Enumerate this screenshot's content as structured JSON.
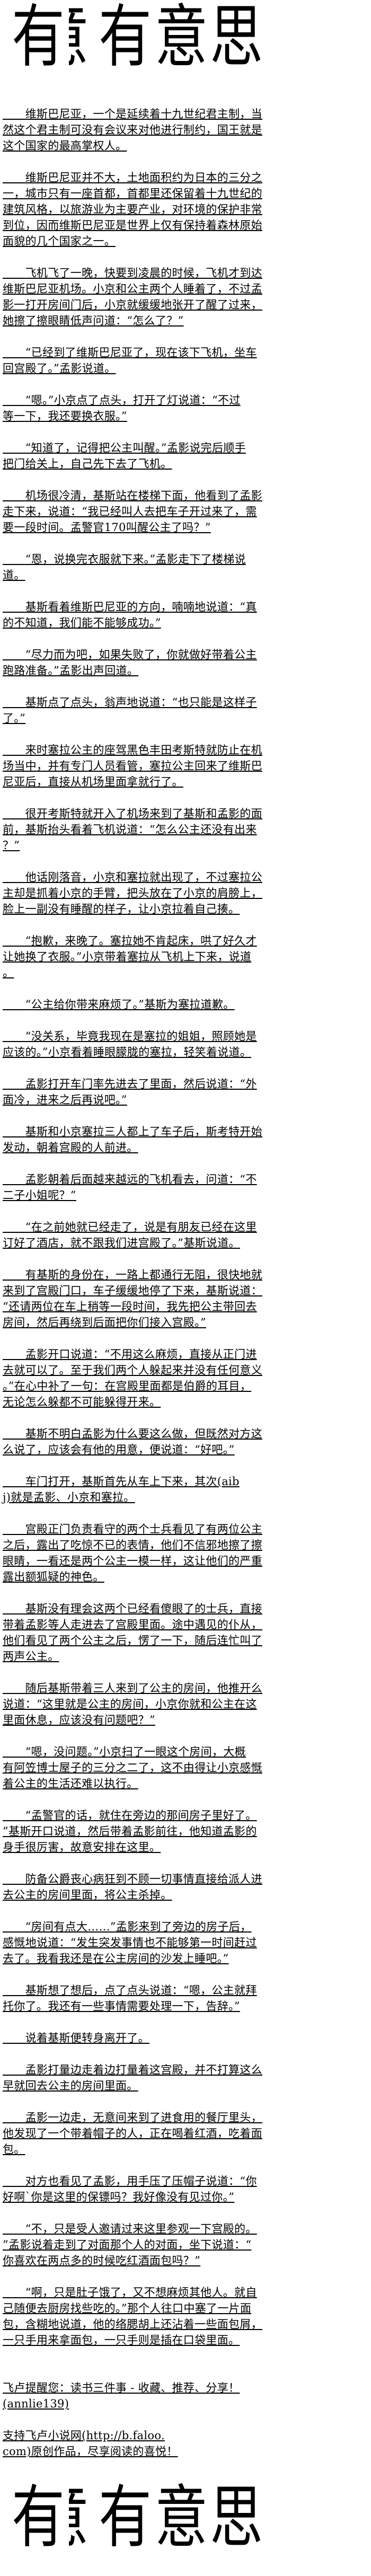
{
  "title": {
    "chars": [
      "有",
      "意",
      "有",
      "意",
      "思"
    ]
  },
  "paragraphs": [
    {
      "lines": [
        "维斯巴尼亚，一个是延续着十九世纪君主制，当",
        "然这个君主制可没有会议来对他进行制约，国王就是",
        "这个国家的最高掌权人。"
      ]
    },
    {
      "lines": [
        "维斯巴尼亚并不大，土地面积约为日本的三分之",
        "一，城市只有一座首都，首都里还保留着十九世纪的",
        "建筑风格，以旅游业为主要产业，对环境的保护非常",
        "到位，因而维斯巴尼亚是世界上仅有保持着森林原始",
        "面貌的几个国家之一。"
      ]
    },
    {
      "lines": [
        "飞机飞了一晚，快要到凌晨的时候，飞机才到达",
        "维斯巴尼亚机场。小京和公主两个人睡着了，不过孟",
        "影一打开房间门后，小京就缓缓地张开了醒了过来，",
        "她擦了擦眼睛低声问道：“怎么了？”"
      ]
    },
    {
      "lines": [
        "“已经到了维斯巴尼亚了，现在该下飞机，坐车",
        "回宫殿了。”孟影说道。"
      ]
    },
    {
      "lines": [
        "“嗯。”小京点了点头，打开了灯说道：“不过",
        "等一下，我还要换衣服。”"
      ]
    },
    {
      "lines": [
        "“知道了，记得把公主叫醒。”孟影说完后顺手",
        "把门给关上，自己先下去了飞机。"
      ]
    },
    {
      "lines": [
        "机场很冷清，基斯站在楼梯下面，他看到了孟影",
        "走下来，说道：“我已经叫人去把车子开过来了，需",
        "要一段时间。孟警官170叫醒公主了吗？”"
      ]
    },
    {
      "lines": [
        "“恩，说换完衣服就下来。”孟影走下了楼梯说",
        "道。"
      ]
    },
    {
      "lines": [
        "基斯看着维斯巴尼亚的方向，喃喃地说道：“真",
        "的不知道，我们能不能够成功。”"
      ]
    },
    {
      "lines": [
        "“尽力而为吧，如果失败了，你就做好带着公主",
        "跑路准备。”孟影出声回道。"
      ]
    },
    {
      "lines": [
        "基斯点了点头，翁声地说道：“也只能是这样子",
        "了。”"
      ]
    },
    {
      "lines": [
        "来时塞拉公主的座驾黑色丰田考斯特就防止在机",
        "场当中，并有专门人员看管，塞拉公主回来了维斯巴",
        "尼亚后，直接从机场里面拿就行了。"
      ]
    },
    {
      "lines": [
        "很开考斯特就开入了机场来到了基斯和孟影的面",
        "前，基斯抬头看着飞机说道：“怎么公主还没有出来",
        "？”"
      ]
    },
    {
      "lines": [
        "他话刚落音，小京和塞拉就出现了，不过塞拉公",
        "主却是抓着小京的手臂，把头放在了小京的肩膀上，",
        "脸上一副没有睡醒的样子，让小京拉着自己揍。"
      ]
    },
    {
      "lines": [
        "“抱歉，来晚了。塞拉她不肯起床，哄了好久才",
        "让她换了衣服。”小京带着塞拉从飞机上下来，说道",
        "。"
      ]
    },
    {
      "lines": [
        "“公主给你带来麻烦了。”基斯为塞拉道歉。"
      ]
    },
    {
      "lines": [
        "“没关系，毕竟我现在是塞拉的姐姐，照顾她是",
        "应该的。”小京看着睡眼朦胧的塞拉，轻笑着说道。"
      ]
    },
    {
      "lines": [
        "孟影打开车门率先进去了里面，然后说道：“外",
        "面冷，进来之后再说吧。”"
      ]
    },
    {
      "lines": [
        "基斯和小京塞拉三人都上了车子后，斯考特开始",
        "发动，朝着宫殿的人前进。"
      ]
    },
    {
      "lines": [
        "孟影朝着后面越来越远的飞机看去，问道：“不",
        "二子小姐呢？”"
      ]
    },
    {
      "lines": [
        "“在之前她就已经走了，说是有朋友已经在这里",
        "订好了酒店，就不跟我们进宫殿了。”基斯说道。"
      ]
    },
    {
      "lines": [
        "有基斯的身份在，一路上都通行无阻，很快地就",
        "来到了宫殿门口，车子缓缓地停了下来，基斯说道：",
        "“还请两位在车上稍等一段时间，我先把公主带回去",
        "房间，然后再绕到后面把你们接入宫殿。”"
      ]
    },
    {
      "lines": [
        "孟影开口说道：“不用这么麻烦，直接从正门进",
        "去就可以了。至于我们两个人躲起来并没有任何意义",
        "。”在心中补了一句：在宫殿里面都是伯爵的耳目，",
        "无论怎么躲都不可能躲得开来。"
      ]
    },
    {
      "lines": [
        "基斯不明白孟影为什么要这么做，但既然对方这",
        "么说了，应该会有他的用意，便说道：“好吧。”"
      ]
    },
    {
      "lines": [
        "车门打开，基斯首先从车上下来，其次(aib",
        "j)就是孟影、小京和塞拉。"
      ]
    },
    {
      "lines": [
        "宫殿正门负责看守的两个士兵看见了有两位公主",
        "之后，露出了吃惊不已的表情，他们不信邪地擦了擦",
        "眼睛，一看还是两个公主一模一样，这让他们的严重",
        "露出额狐疑的神色。"
      ]
    },
    {
      "lines": [
        "基斯没有理会这两个已经看傻眼了的士兵，直接",
        "带着孟影等人走进去了宫殿里面。途中遇见的仆从，",
        "他们看见了两个公主之后，愣了一下，随后连忙叫了",
        "两声公主。"
      ]
    },
    {
      "lines": [
        "随后基斯带着三人来到了公主的房间，他推开么",
        "说道：“这里就是公主的房间，小京你就和公主在这",
        "里面休息，应该没有问题吧？”"
      ]
    },
    {
      "lines": [
        "“嗯，没问题。”小京扫了一眼这个房间，大概",
        "有阿笠博士屋子的三分之二了，这不由得让小京感慨",
        "着公主的生活还难以执行。"
      ]
    },
    {
      "lines": [
        "“孟警官的话，就住在旁边的那间房子里好了。",
        "”基斯开口说道，然后带着孟影前往，他知道孟影的",
        "身手很厉害，故意安排在这里。"
      ]
    },
    {
      "lines": [
        "防备公爵丧心病狂到不顾一切事情直接给派人进",
        "去公主的房间里面，将公主杀掉。"
      ]
    },
    {
      "lines": [
        "“房间有点大……”孟影来到了旁边的房子后，",
        "感慨地说道：“发生突发事情也不能够第一时间赶过",
        "去了。我看我还是在公主房间的沙发上睡吧。”"
      ]
    },
    {
      "lines": [
        "基斯想了想后，点了点头说道：“嗯，公主就拜",
        "托你了。我还有一些事情需要处理一下，告辞。”"
      ]
    },
    {
      "lines": [
        "说着基斯便转身离开了。"
      ]
    },
    {
      "lines": [
        "孟影打量边走着边打量着这宫殿，并不打算这么",
        "早就回去公主的房间里面。"
      ]
    },
    {
      "lines": [
        "孟影一边走，无意间来到了进食用的餐厅里头，",
        "他发现了一个带着帽子的人，正在喝着红酒，吃着面",
        "包。"
      ]
    },
    {
      "lines": [
        "对方也看见了孟影，用手压了压帽子说道：“你",
        "好啊`你是这里的保镖吗？我好像没有见过你。”"
      ]
    },
    {
      "lines": [
        "“不，只是受人邀请过来这里参观一下宫殿的。",
        "”孟影说着走到了对面那个人的对面，坐下说道：“",
        "你喜欢在两点多的时候吃红酒面包吗？”"
      ]
    },
    {
      "lines": [
        "“啊，只是肚子饿了，又不想麻烦其他人。就自",
        "己随便去厨房找些吃的。”那个人往口中塞了一片面",
        "包，含糊地说道，他的络腮胡上还沾着一些面包屑，",
        "一只手用来拿面包，一只手则是插在口袋里面。"
      ]
    }
  ],
  "footer": {
    "reminder": [
      "飞卢提醒您：读书三件事 - 收藏、推荐、分享！",
      "(annlie139)"
    ],
    "support": [
      "支持飞卢小说网(http://b.faloo.",
      "com)原创作品，尽享阅读的喜悦！"
    ]
  }
}
